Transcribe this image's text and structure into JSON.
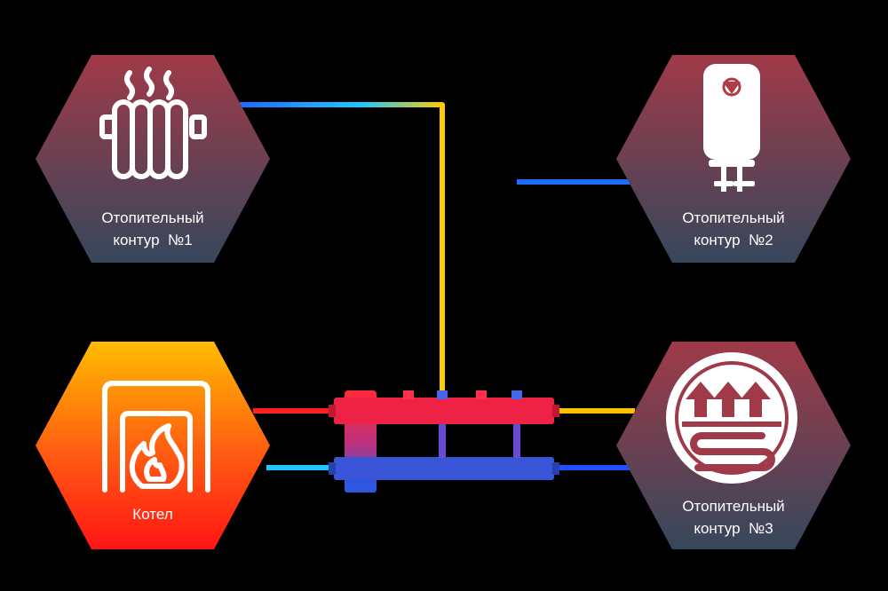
{
  "nodes": {
    "circuit1": {
      "label_line1": "Отопительный",
      "label_line2": "контур  №1",
      "icon": "radiator-icon"
    },
    "circuit2": {
      "label_line1": "Отопительный",
      "label_line2": "контур  №2",
      "icon": "water-heater-icon"
    },
    "circuit3": {
      "label_line1": "Отопительный",
      "label_line2": "контур  №3",
      "icon": "underfloor-heating-icon"
    },
    "boiler": {
      "label": "Котел",
      "icon": "boiler-flame-icon"
    }
  },
  "colors": {
    "background": "#000000",
    "circuit_hex_top": "#9b3a4a",
    "circuit_hex_bottom": "#3b4a5e",
    "boiler_hex_top": "#ffb400",
    "boiler_hex_bottom": "#ff1a1a",
    "hot_pipe": "#ff2a2a",
    "warm_pipe": "#ffb000",
    "cold_pipe": "#1e6bff",
    "cyan_pipe": "#1fc7ff",
    "manifold_hot": "#ee2244",
    "manifold_cold": "#3a55d8"
  }
}
